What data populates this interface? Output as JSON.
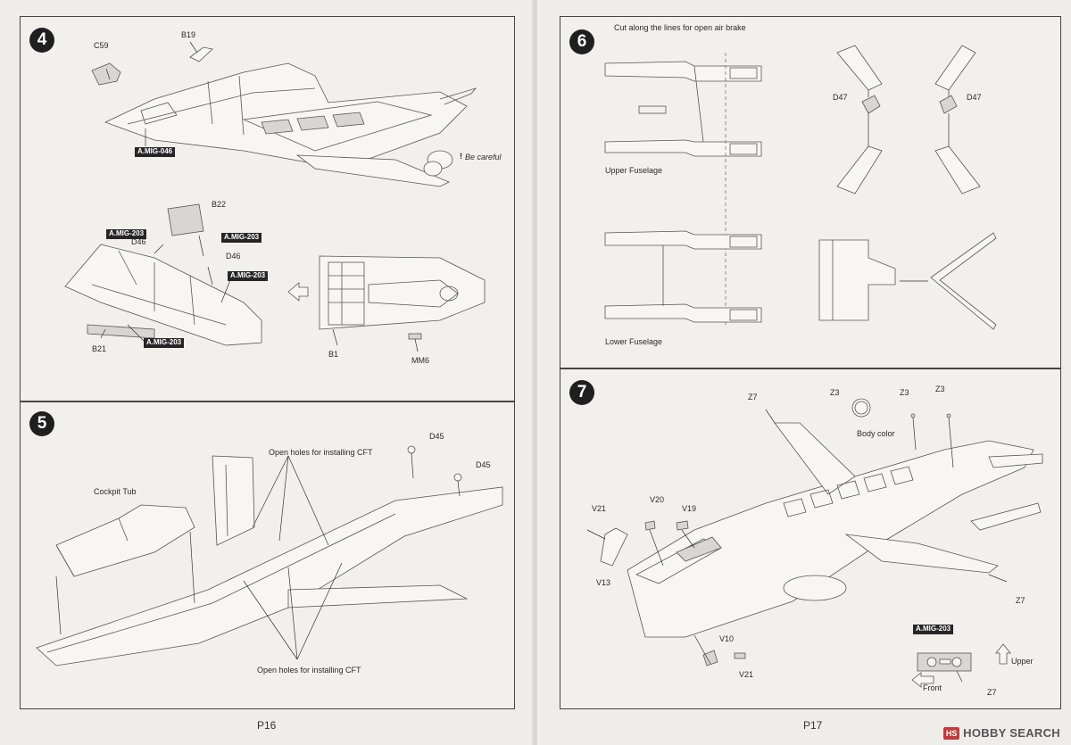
{
  "pages": {
    "left": {
      "number": "P16"
    },
    "right": {
      "number": "P17"
    }
  },
  "step4": {
    "number": "4",
    "parts": {
      "c59": "C59",
      "b19": "B19",
      "b22": "B22",
      "d46_a": "D46",
      "d46_b": "D46",
      "b21": "B21",
      "b1": "B1",
      "mm6": "MM6"
    },
    "paints": {
      "p1": "A.MIG-046",
      "p2": "A.MIG-203",
      "p3": "A.MIG-203",
      "p4": "A.MIG-203",
      "p5": "A.MIG-203"
    },
    "note": "Be careful",
    "note_mark": "!"
  },
  "step5": {
    "number": "5",
    "cockpit_tub": "Cockpit Tub",
    "open_holes_top": "Open holes for installing CFT",
    "open_holes_bottom": "Open holes for installing CFT",
    "parts": {
      "d45_a": "D45",
      "d45_b": "D45"
    }
  },
  "step6": {
    "number": "6",
    "instruction": "Cut along the lines for open air brake",
    "upper_fuselage": "Upper Fuselage",
    "lower_fuselage": "Lower Fuselage",
    "parts": {
      "d47_a": "D47",
      "d47_b": "D47"
    }
  },
  "step7": {
    "number": "7",
    "parts": {
      "z7_a": "Z7",
      "z3_a": "Z3",
      "z3_b": "Z3",
      "z3_c": "Z3",
      "v20": "V20",
      "v19": "V19",
      "v21_a": "V21",
      "v13": "V13",
      "v10": "V10",
      "v21_b": "V21",
      "z7_b": "Z7",
      "z7_c": "Z7"
    },
    "body_color": "Body color",
    "paint": "A.MIG-203",
    "upper": "Upper",
    "front": "Front"
  },
  "watermark": {
    "logo": "HS",
    "text": "HOBBY SEARCH"
  }
}
